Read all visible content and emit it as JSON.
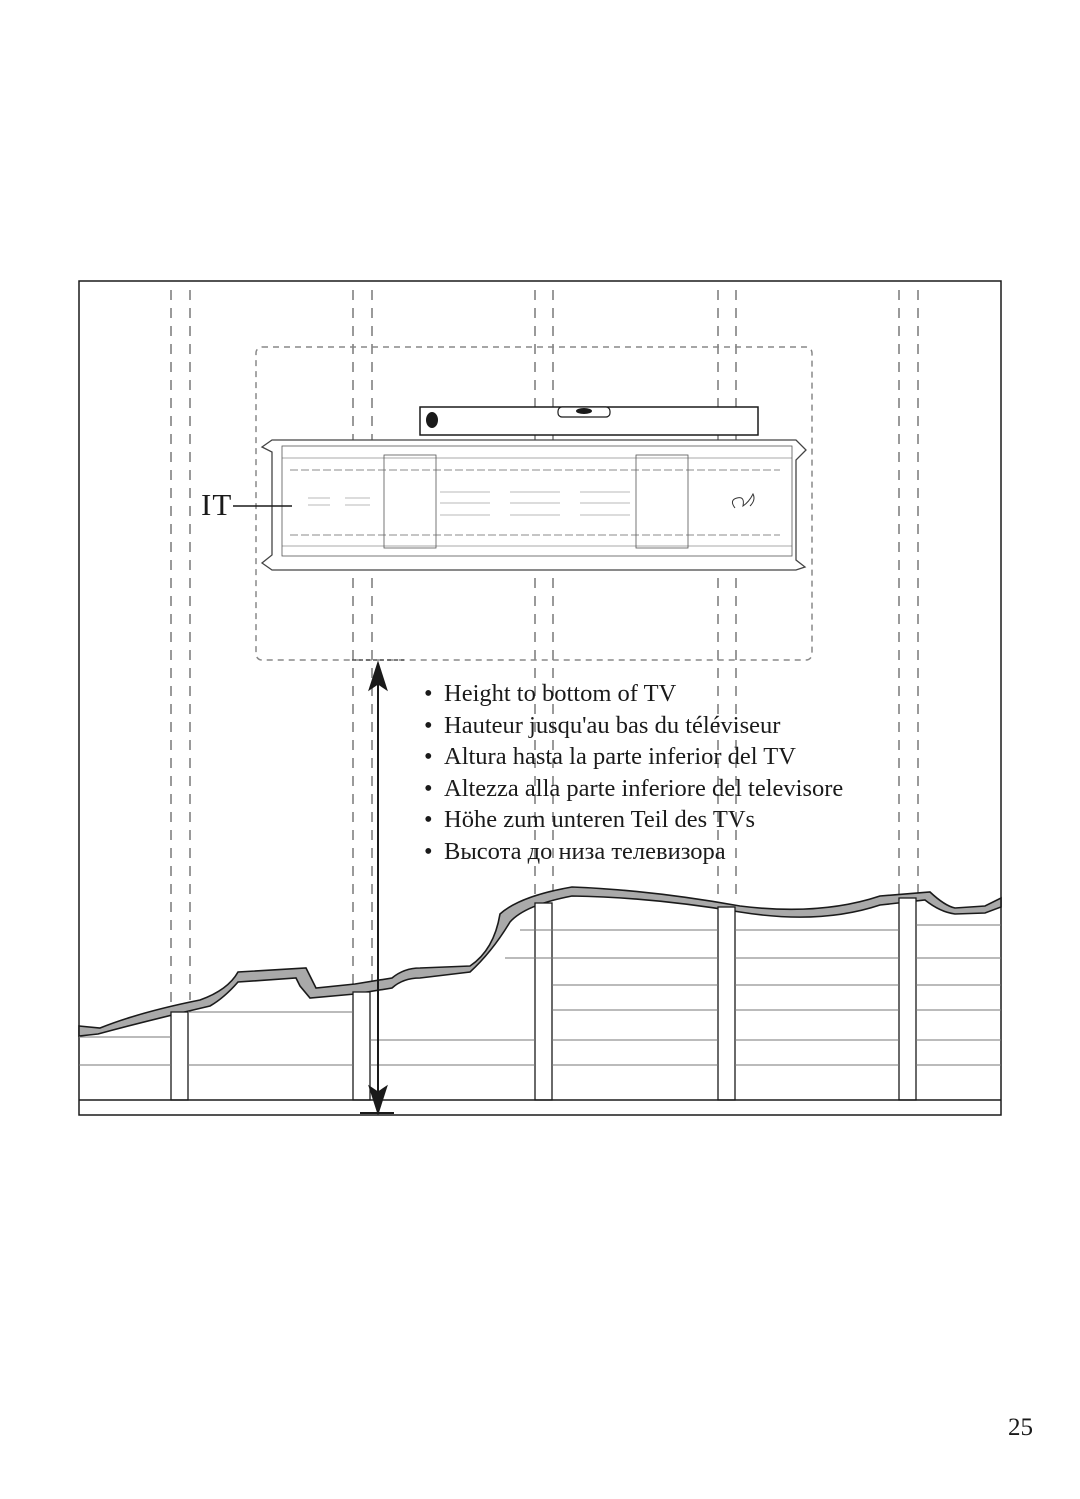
{
  "callout_label": "IT",
  "instructions": [
    "Height to bottom of TV",
    "Hauteur jusqu'au bas du téléviseur",
    "Altura hasta la parte inferior del TV",
    "Altezza alla parte inferiore del televisore",
    "Höhe zum unteren Teil des TVs",
    "Высота до низа телевизора"
  ],
  "page_number": "25",
  "colors": {
    "line": "#1a1a1a",
    "stud": "#9a9a9a",
    "tape_fill": "#a9a9a9",
    "paper": "#ffffff"
  }
}
